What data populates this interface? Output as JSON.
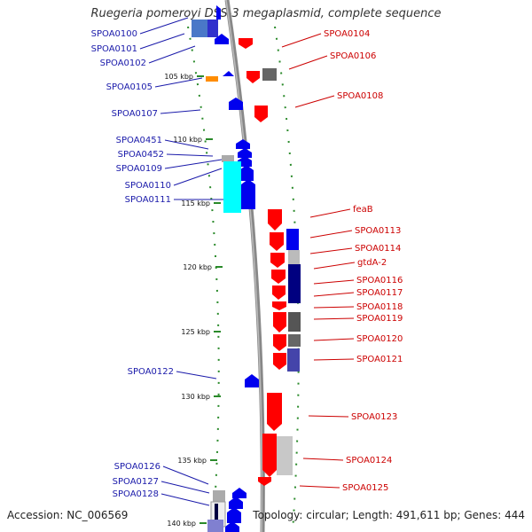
{
  "title": "Ruegeria pomeroyi DSS-3 megaplasmid, complete sequence",
  "accession_text": "Accession: NC_006569",
  "topology_text": "Topology: circular; Length: 491,611 bp; Genes: 444",
  "colors": {
    "backbone": "#888888",
    "tick": "#2a8a2a",
    "left_label": "#1a1aaa",
    "right_label": "#cc0000",
    "forward": "#ff0000",
    "reverse": "#0000ff"
  },
  "scale_ticks": [
    "105 kbp",
    "110 kbp",
    "115 kbp",
    "120 kbp",
    "125 kbp",
    "130 kbp",
    "135 kbp",
    "140 kbp"
  ],
  "left_labels": [
    "SPOA0100",
    "SPOA0101",
    "SPOA0102",
    "SPOA0105",
    "SPOA0107",
    "SPOA0451",
    "SPOA0452",
    "SPOA0109",
    "SPOA0110",
    "SPOA0111",
    "SPOA0122",
    "SPOA0126",
    "SPOA0127",
    "SPOA0128"
  ],
  "right_labels": [
    "SPOA0104",
    "SPOA0106",
    "SPOA0108",
    "feaB",
    "SPOA0113",
    "SPOA0114",
    "gtdA-2",
    "SPOA0116",
    "SPOA0117",
    "SPOA0118",
    "SPOA0119",
    "SPOA0120",
    "SPOA0121",
    "SPOA0123",
    "SPOA0124",
    "SPOA0125"
  ]
}
